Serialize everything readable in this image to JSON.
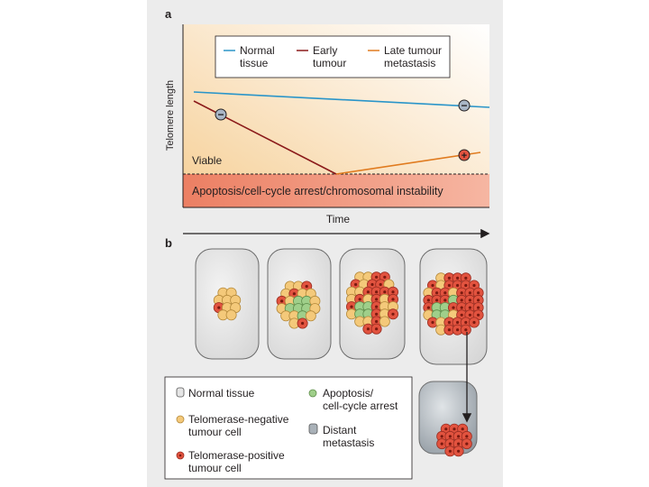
{
  "panel_a": {
    "label": "a",
    "y_axis_label": "Telomere length",
    "x_axis_label": "Time",
    "legend": {
      "normal": [
        "Normal",
        "tissue"
      ],
      "early": [
        "Early",
        "tumour"
      ],
      "late": [
        "Late tumour",
        "metastasis"
      ]
    },
    "region_viable": "Viable",
    "region_crisis": "Apoptosis/cell-cycle arrest/chromosomal instability",
    "marker_minus": "−",
    "marker_plus": "+",
    "colors": {
      "normal": "#2a95c9",
      "early": "#8b1a1a",
      "late": "#e07b1f",
      "crisis_band": "#f09a80"
    }
  },
  "panel_b": {
    "label": "b",
    "legend": {
      "normal_tissue": "Normal tissue",
      "telomerase_negative": [
        "Telomerase-negative",
        "tumour cell"
      ],
      "telomerase_positive": [
        "Telomerase-positive",
        "tumour cell"
      ],
      "apoptosis": [
        "Apoptosis/",
        "cell-cycle arrest"
      ],
      "distant_metastasis": [
        "Distant",
        "metastasis"
      ]
    },
    "colors": {
      "negative_cell": "#f4c97a",
      "positive_cell": "#e2533f",
      "apoptosis_cell": "#9fcf8a",
      "tissue": "#e5e5e5",
      "metastasis_tissue": "#b7bec4"
    }
  }
}
